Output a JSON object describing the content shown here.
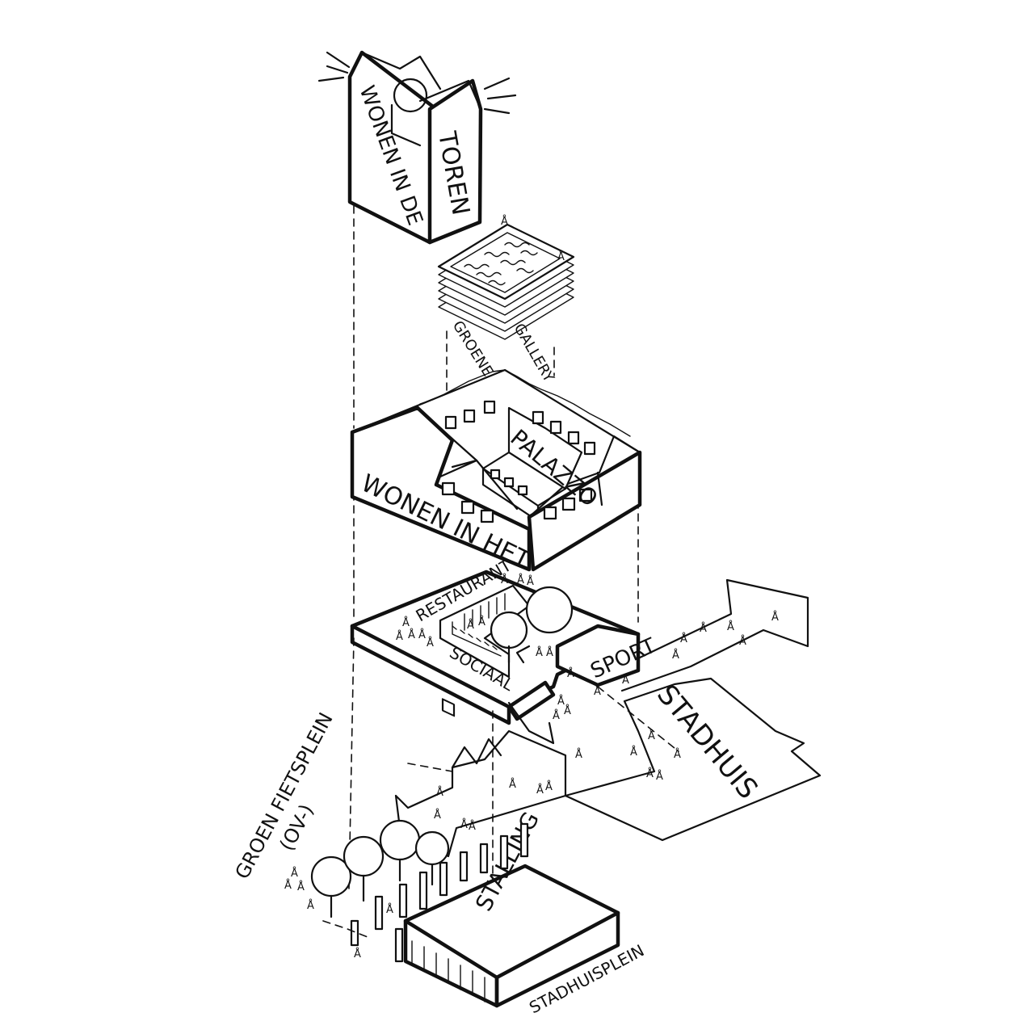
{
  "labels": {
    "tower_left": "WONEN IN DE",
    "tower_right": "TOREN",
    "gallery_left": "GROENE",
    "gallery_right": "GALLERY",
    "palazzo_front": "WONEN IN HET",
    "palazzo_side": "PALAZZO",
    "restaurant": "RESTAURANT",
    "sociaal": "SOCIAAL",
    "sport": "SPORT",
    "stadhuis": "STADHUIS",
    "fietsplein_top": "(OV-)",
    "fietsplein_bottom": "GROEN FIETSPLEIN",
    "stalling": "STALLING",
    "stadhuisplein": "STADHUISPLEIN"
  },
  "people_glyph": "Å"
}
